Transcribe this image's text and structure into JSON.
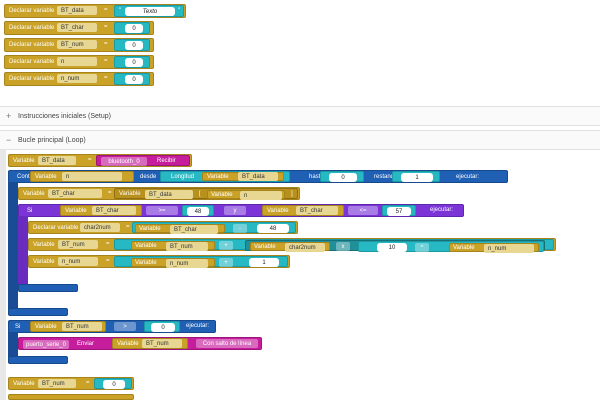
{
  "colors": {
    "variable_block": "#c9a227",
    "control_block": "#1f5fb4",
    "compare_block": "#7b35d6",
    "serial_block": "#c51d9b",
    "math_block": "#27b9c3"
  },
  "declarations": [
    {
      "label": "Declarar variable",
      "name": "BT_data",
      "op": "=",
      "value": "Texto",
      "value_type": "text"
    },
    {
      "label": "Declarar variable",
      "name": "BT_char",
      "op": "=",
      "value": "0",
      "value_type": "number"
    },
    {
      "label": "Declarar variable",
      "name": "BT_num",
      "op": "=",
      "value": "0",
      "value_type": "number"
    },
    {
      "label": "Declarar variable",
      "name": "n",
      "op": "=",
      "value": "0",
      "value_type": "number"
    },
    {
      "label": "Declarar variable",
      "name": "n_num",
      "op": "=",
      "value": "0",
      "value_type": "number"
    }
  ],
  "sections": {
    "setup": {
      "toggle": "+",
      "title": "Instrucciones iniciales (Setup)"
    },
    "loop": {
      "toggle": "−",
      "title": "Bucle principal (Loop)"
    }
  },
  "loop": {
    "assign_bt": {
      "kw": "Variable",
      "var": "BT_data",
      "op": "=",
      "src": "bluetooth_0",
      "action": "Recibir"
    },
    "for": {
      "kw": "Contar con",
      "kw_var": "Variable",
      "var": "n",
      "from": "desde",
      "len": "Longitud",
      "len_kw": "Variable",
      "len_var": "BT_data",
      "to": "hasta",
      "to_val": "0",
      "step": "restando",
      "step_val": "1",
      "exec": "ejecutar:"
    },
    "char_assign": {
      "kw": "Variable",
      "var": "BT_char",
      "op": "=",
      "kw2": "Variable",
      "var2": "BT_data",
      "br_open": "[",
      "kw3": "Variable",
      "var3": "n",
      "br_close": "]"
    },
    "if1": {
      "kw": "Si",
      "kw_var": "Variable",
      "var": "BT_char",
      "op1": ">=",
      "val1": "48",
      "and": "y",
      "kw_var2": "Variable",
      "var2": "BT_char",
      "op2": "<=",
      "val2": "57",
      "exec": "ejecutar:"
    },
    "decl_char2num": {
      "label": "Declarar variable",
      "name": "char2num",
      "op": "=",
      "kw": "Variable",
      "var": "BT_char",
      "minus": "-",
      "val": "48"
    },
    "bt_num_assign": {
      "kw": "Variable",
      "var": "BT_num",
      "op": "=",
      "kw2": "Variable",
      "var2": "BT_num",
      "plus": "+",
      "kw3": "Variable",
      "var3": "char2num",
      "mul": "x",
      "val": "10",
      "pow": "^",
      "kw4": "Variable",
      "var4": "n_num"
    },
    "n_num_assign": {
      "kw": "Variable",
      "var": "n_num",
      "op": "=",
      "kw2": "Variable",
      "var2": "n_num",
      "plus": "+",
      "val": "1"
    },
    "if2": {
      "kw": "Si",
      "kw_var": "Variable",
      "var": "BT_num",
      "op": ">",
      "val": "0",
      "exec": "ejecutar:"
    },
    "serial": {
      "port": "puerto_serie_0",
      "action": "Enviar",
      "kw": "Variable",
      "var": "BT_num",
      "mode": "Con salto de línea"
    },
    "reset_bt_num": {
      "kw": "Variable",
      "var": "BT_num",
      "op": "=",
      "val": "0"
    }
  }
}
